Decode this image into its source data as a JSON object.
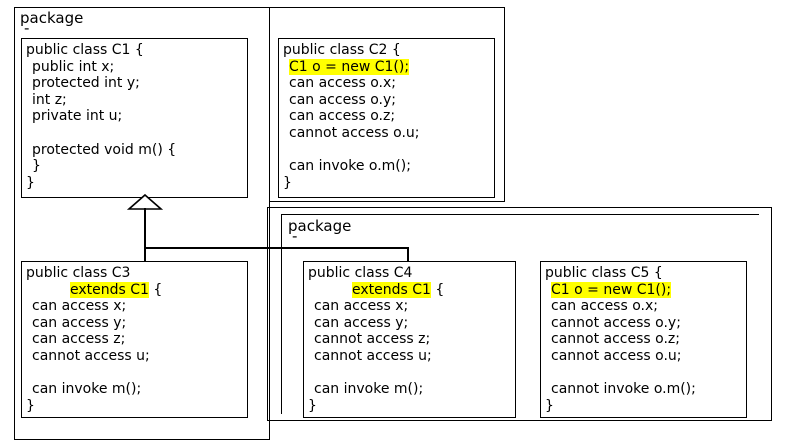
{
  "diagram": {
    "title": "Java access modifiers package / inheritance diagram",
    "highlight_color": "#ffff00",
    "line_color": "#000000",
    "background": "#ffffff"
  },
  "packages": [
    {
      "id": "package-1",
      "label": "package",
      "sublabel": "-"
    },
    {
      "id": "package-2",
      "label": "package",
      "sublabel": "-"
    }
  ],
  "classes": {
    "c1": {
      "name": "C1",
      "lines": [
        {
          "text": "public class C1 {",
          "indent": 0,
          "highlight": false
        },
        {
          "text": "public int x;",
          "indent": 1,
          "highlight": false
        },
        {
          "text": "protected int y;",
          "indent": 1,
          "highlight": false
        },
        {
          "text": "int z;",
          "indent": 1,
          "highlight": false
        },
        {
          "text": "private int u;",
          "indent": 1,
          "highlight": false
        },
        {
          "text": " ",
          "indent": 0,
          "highlight": false
        },
        {
          "text": "protected void m() {",
          "indent": 1,
          "highlight": false
        },
        {
          "text": "}",
          "indent": 1,
          "highlight": false
        },
        {
          "text": "}",
          "indent": 0,
          "highlight": false
        }
      ]
    },
    "c2": {
      "name": "C2",
      "lines": [
        {
          "text": "public class C2 {",
          "indent": 0,
          "highlight": false
        },
        {
          "text": "C1 o = new C1();",
          "indent": 1,
          "highlight": true
        },
        {
          "text": "can access o.x;",
          "indent": 1,
          "highlight": false
        },
        {
          "text": "can access o.y;",
          "indent": 1,
          "highlight": false
        },
        {
          "text": "can access o.z;",
          "indent": 1,
          "highlight": false
        },
        {
          "text": "cannot access o.u;",
          "indent": 1,
          "highlight": false
        },
        {
          "text": " ",
          "indent": 0,
          "highlight": false
        },
        {
          "text": "can invoke o.m();",
          "indent": 1,
          "highlight": false
        },
        {
          "text": "}",
          "indent": 0,
          "highlight": false
        }
      ]
    },
    "c3": {
      "name": "C3",
      "lines": [
        {
          "text": "public class C3",
          "indent": 0,
          "highlight": false
        },
        {
          "text": "extends C1",
          "indent": 2,
          "highlight": true,
          "suffix": " {"
        },
        {
          "text": "can access x;",
          "indent": 1,
          "highlight": false
        },
        {
          "text": "can access y;",
          "indent": 1,
          "highlight": false
        },
        {
          "text": "can access z;",
          "indent": 1,
          "highlight": false
        },
        {
          "text": "cannot access u;",
          "indent": 1,
          "highlight": false
        },
        {
          "text": " ",
          "indent": 0,
          "highlight": false
        },
        {
          "text": "can invoke m();",
          "indent": 1,
          "highlight": false
        },
        {
          "text": "}",
          "indent": 0,
          "highlight": false
        }
      ]
    },
    "c4": {
      "name": "C4",
      "lines": [
        {
          "text": "public class C4",
          "indent": 0,
          "highlight": false
        },
        {
          "text": "extends C1",
          "indent": 2,
          "highlight": true,
          "suffix": " {"
        },
        {
          "text": "can access x;",
          "indent": 1,
          "highlight": false
        },
        {
          "text": "can access y;",
          "indent": 1,
          "highlight": false
        },
        {
          "text": "cannot access z;",
          "indent": 1,
          "highlight": false
        },
        {
          "text": "cannot access u;",
          "indent": 1,
          "highlight": false
        },
        {
          "text": " ",
          "indent": 0,
          "highlight": false
        },
        {
          "text": "can invoke m();",
          "indent": 1,
          "highlight": false
        },
        {
          "text": "}",
          "indent": 0,
          "highlight": false
        }
      ]
    },
    "c5": {
      "name": "C5",
      "lines": [
        {
          "text": "public class C5 {",
          "indent": 0,
          "highlight": false
        },
        {
          "text": "C1 o = new C1();",
          "indent": 1,
          "highlight": true
        },
        {
          "text": "can access o.x;",
          "indent": 1,
          "highlight": false
        },
        {
          "text": "cannot access o.y;",
          "indent": 1,
          "highlight": false
        },
        {
          "text": "cannot access o.z;",
          "indent": 1,
          "highlight": false
        },
        {
          "text": "cannot access o.u;",
          "indent": 1,
          "highlight": false
        },
        {
          "text": " ",
          "indent": 0,
          "highlight": false
        },
        {
          "text": "cannot invoke o.m();",
          "indent": 1,
          "highlight": false
        },
        {
          "text": "}",
          "indent": 0,
          "highlight": false
        }
      ]
    }
  },
  "relations": [
    {
      "from": "C3",
      "to": "C1",
      "type": "generalization"
    },
    {
      "from": "C4",
      "to": "C1",
      "type": "generalization"
    }
  ]
}
